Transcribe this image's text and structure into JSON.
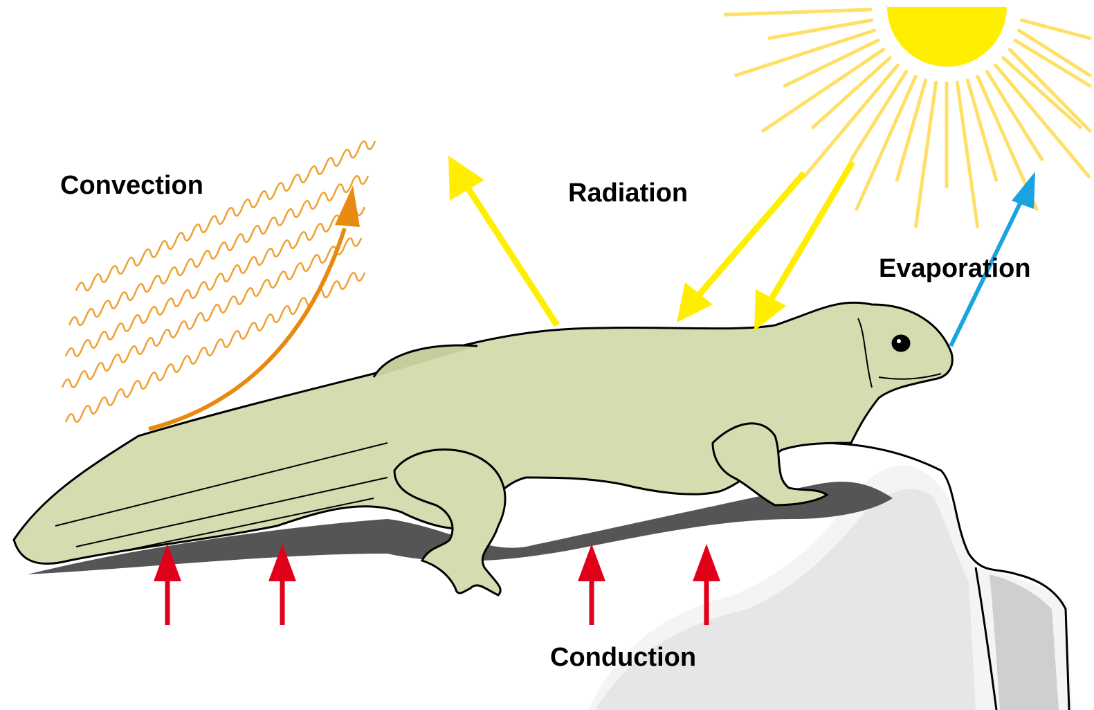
{
  "labels": {
    "convection": "Convection",
    "radiation": "Radiation",
    "evaporation": "Evaporation",
    "conduction": "Conduction"
  },
  "colors": {
    "convection": "#f0a030",
    "convection_arrow": "#e88a10",
    "radiation": "#ffee00",
    "sun": "#ffee00",
    "sun_rays": "#ffe066",
    "evaporation": "#1aa3e0",
    "conduction": "#e0001a",
    "lizard_body": "#d4dcb0",
    "shadow": "#555555",
    "rock": "#f4f4f4",
    "rock_shade": "#dedede"
  },
  "icons": [
    "sun-icon",
    "lizard-illustration",
    "rock-illustration"
  ]
}
